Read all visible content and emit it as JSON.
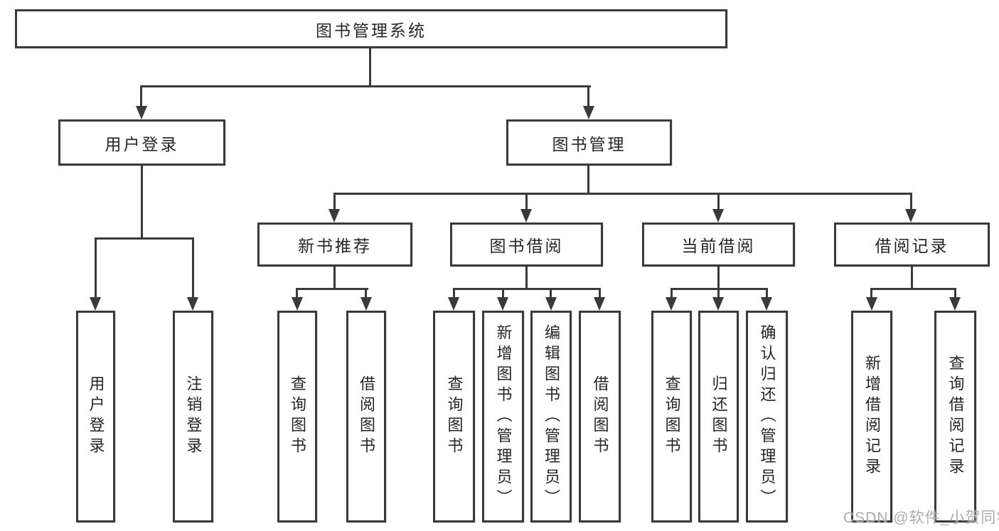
{
  "diagram_type": "hierarchy-tree",
  "colors": {
    "line": "#3a3a3a",
    "text": "#262626",
    "box_background": "#ffffff",
    "watermark": "#9e9ea2"
  },
  "tree": {
    "label": "图书管理系统",
    "children": [
      {
        "label": "用户登录",
        "children": [
          {
            "label": "用户登录"
          },
          {
            "label": "注销登录"
          }
        ]
      },
      {
        "label": "图书管理",
        "children": [
          {
            "label": "新书推荐",
            "children": [
              {
                "label": "查询图书"
              },
              {
                "label": "借阅图书"
              }
            ]
          },
          {
            "label": "图书借阅",
            "children": [
              {
                "label": "查询图书"
              },
              {
                "label": "新增图书（管理员）"
              },
              {
                "label": "编辑图书（管理员）"
              },
              {
                "label": "借阅图书"
              }
            ]
          },
          {
            "label": "当前借阅",
            "children": [
              {
                "label": "查询图书"
              },
              {
                "label": "归还图书"
              },
              {
                "label": "确认归还（管理员）"
              }
            ]
          },
          {
            "label": "借阅记录",
            "children": [
              {
                "label": "新增借阅记录"
              },
              {
                "label": "查询借阅记录"
              }
            ]
          }
        ]
      }
    ]
  },
  "watermark": {
    "text": "CSDN @软件_小贺同学"
  }
}
